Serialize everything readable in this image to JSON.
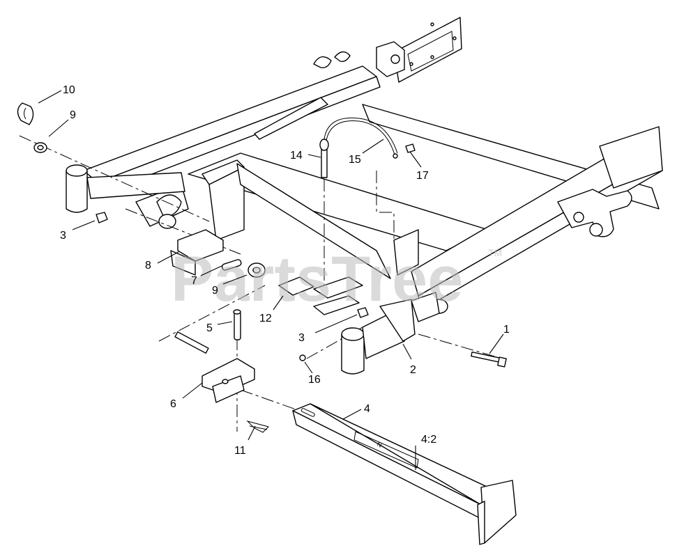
{
  "watermark": {
    "text": "PartsTree",
    "trademark": "TM"
  },
  "decal_text": "N",
  "callouts": [
    {
      "id": "c10",
      "label": "10"
    },
    {
      "id": "c9a",
      "label": "9"
    },
    {
      "id": "c3a",
      "label": "3"
    },
    {
      "id": "c8",
      "label": "8"
    },
    {
      "id": "c7",
      "label": "7"
    },
    {
      "id": "c9b",
      "label": "9"
    },
    {
      "id": "c14",
      "label": "14"
    },
    {
      "id": "c15",
      "label": "15"
    },
    {
      "id": "c17",
      "label": "17"
    },
    {
      "id": "c12",
      "label": "12"
    },
    {
      "id": "c5",
      "label": "5"
    },
    {
      "id": "c3b",
      "label": "3"
    },
    {
      "id": "c1",
      "label": "1"
    },
    {
      "id": "c16",
      "label": "16"
    },
    {
      "id": "c2",
      "label": "2"
    },
    {
      "id": "c6",
      "label": "6"
    },
    {
      "id": "c4",
      "label": "4"
    },
    {
      "id": "c42",
      "label": "4:2"
    },
    {
      "id": "c11",
      "label": "11"
    }
  ]
}
